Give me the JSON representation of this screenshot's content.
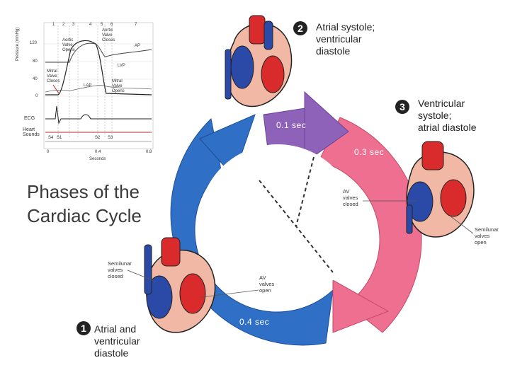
{
  "title": {
    "line1": "Phases of the",
    "line2": "Cardiac Cycle"
  },
  "phases": [
    {
      "number": "1",
      "line1": "Atrial and",
      "line2": "ventricular",
      "line3": "diastole"
    },
    {
      "number": "2",
      "line1": "Atrial systole;",
      "line2": "ventricular",
      "line3": "diastole"
    },
    {
      "number": "3",
      "line1": "Ventricular",
      "line2": "systole;",
      "line3": "atrial diastole"
    }
  ],
  "durations": {
    "atrial_systole": "0.1 sec",
    "ventricular_systole": "0.3 sec",
    "diastole": "0.4 sec"
  },
  "heart_labels": {
    "semilunar_closed": [
      "Semilunar",
      "valves",
      "closed"
    ],
    "av_open": [
      "AV",
      "valves",
      "open"
    ],
    "av_closed": [
      "AV",
      "valves",
      "closed"
    ],
    "semilunar_open": [
      "Semilunar",
      "valves",
      "open"
    ]
  },
  "graph": {
    "phase_numbers": [
      "1",
      "2",
      "3",
      "4",
      "5",
      "6",
      "7"
    ],
    "y_label": "Pressure (mmHg)",
    "y_ticks": [
      "120",
      "80",
      "40",
      "0"
    ],
    "annotations": {
      "aortic_open": [
        "Aortic",
        "Valve",
        "Opens"
      ],
      "aortic_close": [
        "Aortic",
        "Valve",
        "Closes"
      ],
      "mitral_close": [
        "Mitral",
        "Valve",
        "Closes"
      ],
      "mitral_open": [
        "Mitral",
        "Valve",
        "Opens"
      ],
      "ap": "AP",
      "lvp": "LVP",
      "lap": "LAP"
    },
    "ecg_label": "ECG",
    "heart_sounds_label": [
      "Heart",
      "Sounds"
    ],
    "sounds": [
      "S4",
      "S1",
      "S2",
      "S3"
    ],
    "x_ticks": [
      "0",
      "0.4",
      "0.8"
    ],
    "x_label": "Seconds"
  },
  "colors": {
    "blue": "#2f6fc6",
    "purple": "#8d62b8",
    "pink": "#ee6f8f",
    "red_line": "#c1272d"
  }
}
